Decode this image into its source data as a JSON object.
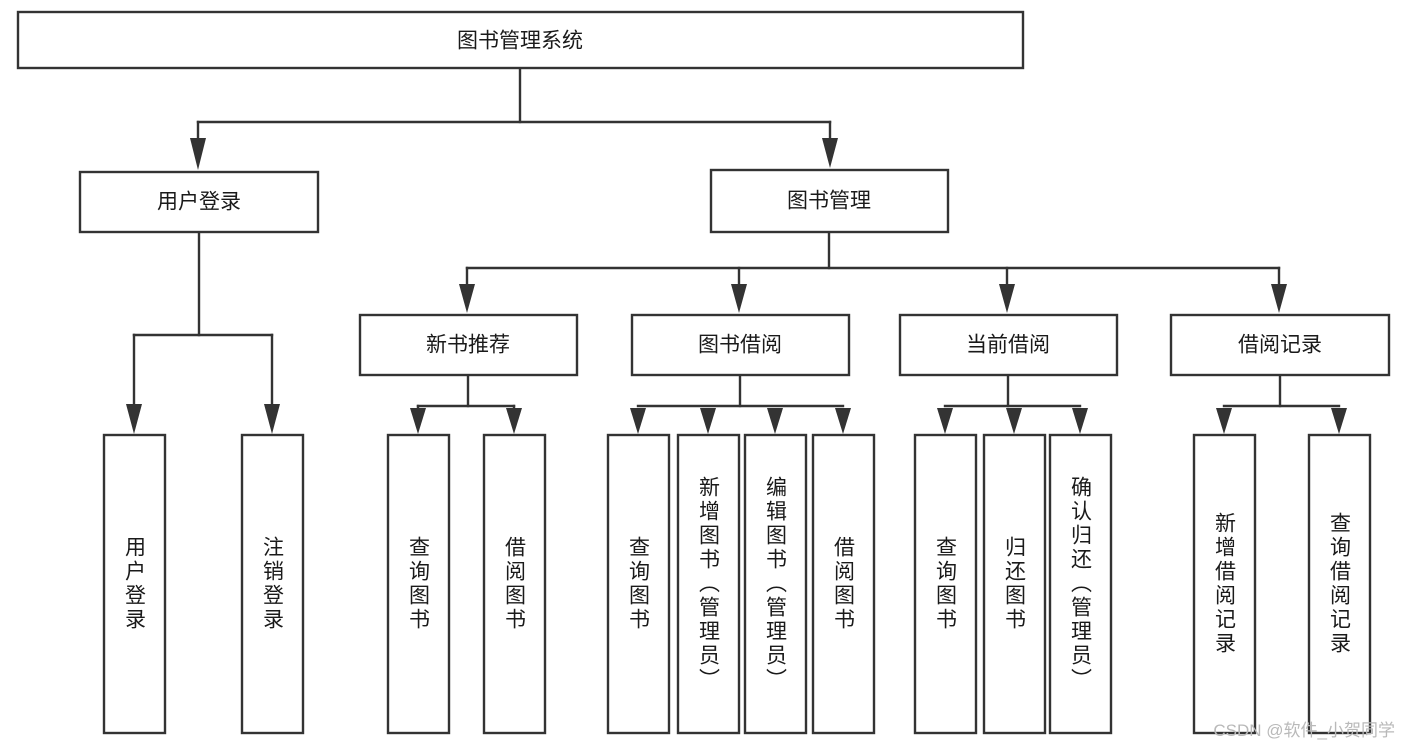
{
  "diagram": {
    "type": "tree-hierarchy-chart",
    "title_node": {
      "label": "图书管理系统"
    },
    "level1": [
      {
        "id": "user-login",
        "label": "用户登录"
      },
      {
        "id": "book-management",
        "label": "图书管理"
      }
    ],
    "level2": [
      {
        "id": "new-book-recommend",
        "label": "新书推荐",
        "parent": "book-management"
      },
      {
        "id": "book-borrow",
        "label": "图书借阅",
        "parent": "book-management"
      },
      {
        "id": "current-borrow",
        "label": "当前借阅",
        "parent": "book-management"
      },
      {
        "id": "borrow-record",
        "label": "借阅记录",
        "parent": "book-management"
      }
    ],
    "leaves": [
      {
        "id": "leaf-user-login",
        "label": "用户登录",
        "parent": "user-login"
      },
      {
        "id": "leaf-logout-login",
        "label": "注销登录",
        "parent": "user-login"
      },
      {
        "id": "leaf-query-book-1",
        "label": "查询图书",
        "parent": "new-book-recommend"
      },
      {
        "id": "leaf-borrow-book-1",
        "label": "借阅图书",
        "parent": "new-book-recommend"
      },
      {
        "id": "leaf-query-book-2",
        "label": "查询图书",
        "parent": "book-borrow"
      },
      {
        "id": "leaf-add-book",
        "label": "新增图书（管理员）",
        "parent": "book-borrow"
      },
      {
        "id": "leaf-edit-book",
        "label": "编辑图书（管理员）",
        "parent": "book-borrow"
      },
      {
        "id": "leaf-borrow-book-2",
        "label": "借阅图书",
        "parent": "book-borrow"
      },
      {
        "id": "leaf-query-book-3",
        "label": "查询图书",
        "parent": "current-borrow"
      },
      {
        "id": "leaf-return-book",
        "label": "归还图书",
        "parent": "current-borrow"
      },
      {
        "id": "leaf-confirm-return",
        "label": "确认归还（管理员）",
        "parent": "current-borrow"
      },
      {
        "id": "leaf-add-record",
        "label": "新增借阅记录",
        "parent": "borrow-record"
      },
      {
        "id": "leaf-query-record",
        "label": "查询借阅记录",
        "parent": "borrow-record"
      }
    ],
    "colors": {
      "box_stroke": "#333333",
      "box_fill": "#ffffff",
      "text": "#1a1a1a",
      "watermark": "#b9b9b9",
      "background": "#ffffff"
    }
  },
  "watermark": {
    "text": "CSDN @软件_小贺同学"
  }
}
